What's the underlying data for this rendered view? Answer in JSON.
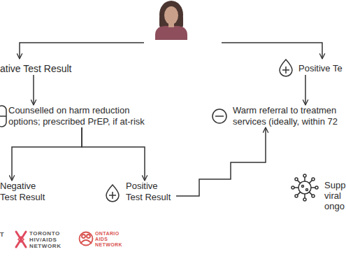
{
  "diagram": {
    "nodes": [
      {
        "text": [
          "ative Test Result"
        ]
      },
      {
        "text": [
          "Positive Te"
        ]
      },
      {
        "text": [
          "Counselled on harm reduction options; prescribed PrEP, if at-risk"
        ]
      },
      {
        "text": [
          "Warm referral to treatmen services (ideally, within 72"
        ]
      },
      {
        "text": [
          "Negative Test Result"
        ]
      },
      {
        "text": [
          "Positive Test Result"
        ]
      },
      {
        "text": [
          "Supp viral ongo"
        ]
      }
    ],
    "edges": [
      {
        "from": 0,
        "to": 2,
        "arrow": "to"
      },
      {
        "from": 1,
        "to": 3,
        "arrow": "to"
      },
      {
        "from": 2,
        "to": 4,
        "arrow": "to"
      },
      {
        "from": 2,
        "to": 5,
        "arrow": "to"
      },
      {
        "from": 5,
        "to": 3,
        "arrow": "to"
      }
    ],
    "labels": [
      "T",
      "TORONTO",
      "HIV/AIDS",
      "NETWORK",
      "ONTARIO",
      "AIDS",
      "NETWORK"
    ]
  }
}
